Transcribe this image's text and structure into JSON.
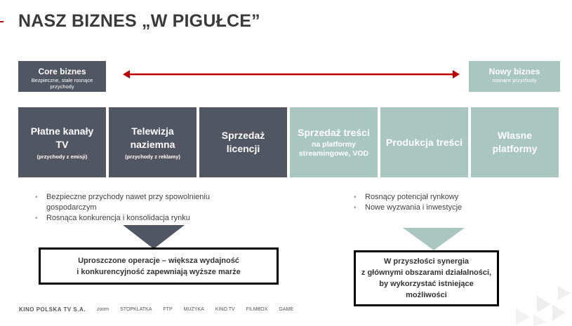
{
  "title": "NASZ BIZNES „W PIGUŁCE”",
  "core": {
    "title": "Core biznes",
    "subtitle": "Bezpieczne, stale rosnące przychody"
  },
  "new_business": {
    "title": "Nowy biznes",
    "subtitle": "rosnące przychody"
  },
  "columns": [
    {
      "title": "Płatne kanały TV",
      "sub": "(przychody z emisji)"
    },
    {
      "title": "Telewizja naziemna",
      "sub": "(przychody z reklamy)"
    },
    {
      "title": "Sprzedaż licencji"
    },
    {
      "title": "Sprzedaż treści",
      "sub": "na platformy streamingowe, VOD"
    },
    {
      "title": "Produkcja treści"
    },
    {
      "title": "Własne platformy"
    }
  ],
  "bullets_left": [
    "Bezpieczne przychody nawet przy spowolnieniu gospodarczym",
    "Rosnąca konkurencja i konsolidacja rynku"
  ],
  "bullets_right": [
    "Rosnący potencjał rynkowy",
    "Nowe wyzwania i inwestycje"
  ],
  "box_left": {
    "line1": "Uproszczone operacje – większa wydajność",
    "line2": "i konkurencyjność zapewniają wyższe marże"
  },
  "box_right": {
    "line1": "W przyszłości synergia",
    "line2": "z głównymi obszarami działalności,",
    "line3": "by wykorzystać istniejące",
    "line4": "możliwości"
  },
  "logos": [
    "KINO POLSKA TV S.A.",
    "zoom",
    "STOPKLATKA",
    "FTP",
    "MUZYKA",
    "KINO TV",
    "FILMBOX",
    "GAME"
  ],
  "colors": {
    "dark": "#515663",
    "light": "#aac7bf",
    "arrow": "#c00000"
  }
}
